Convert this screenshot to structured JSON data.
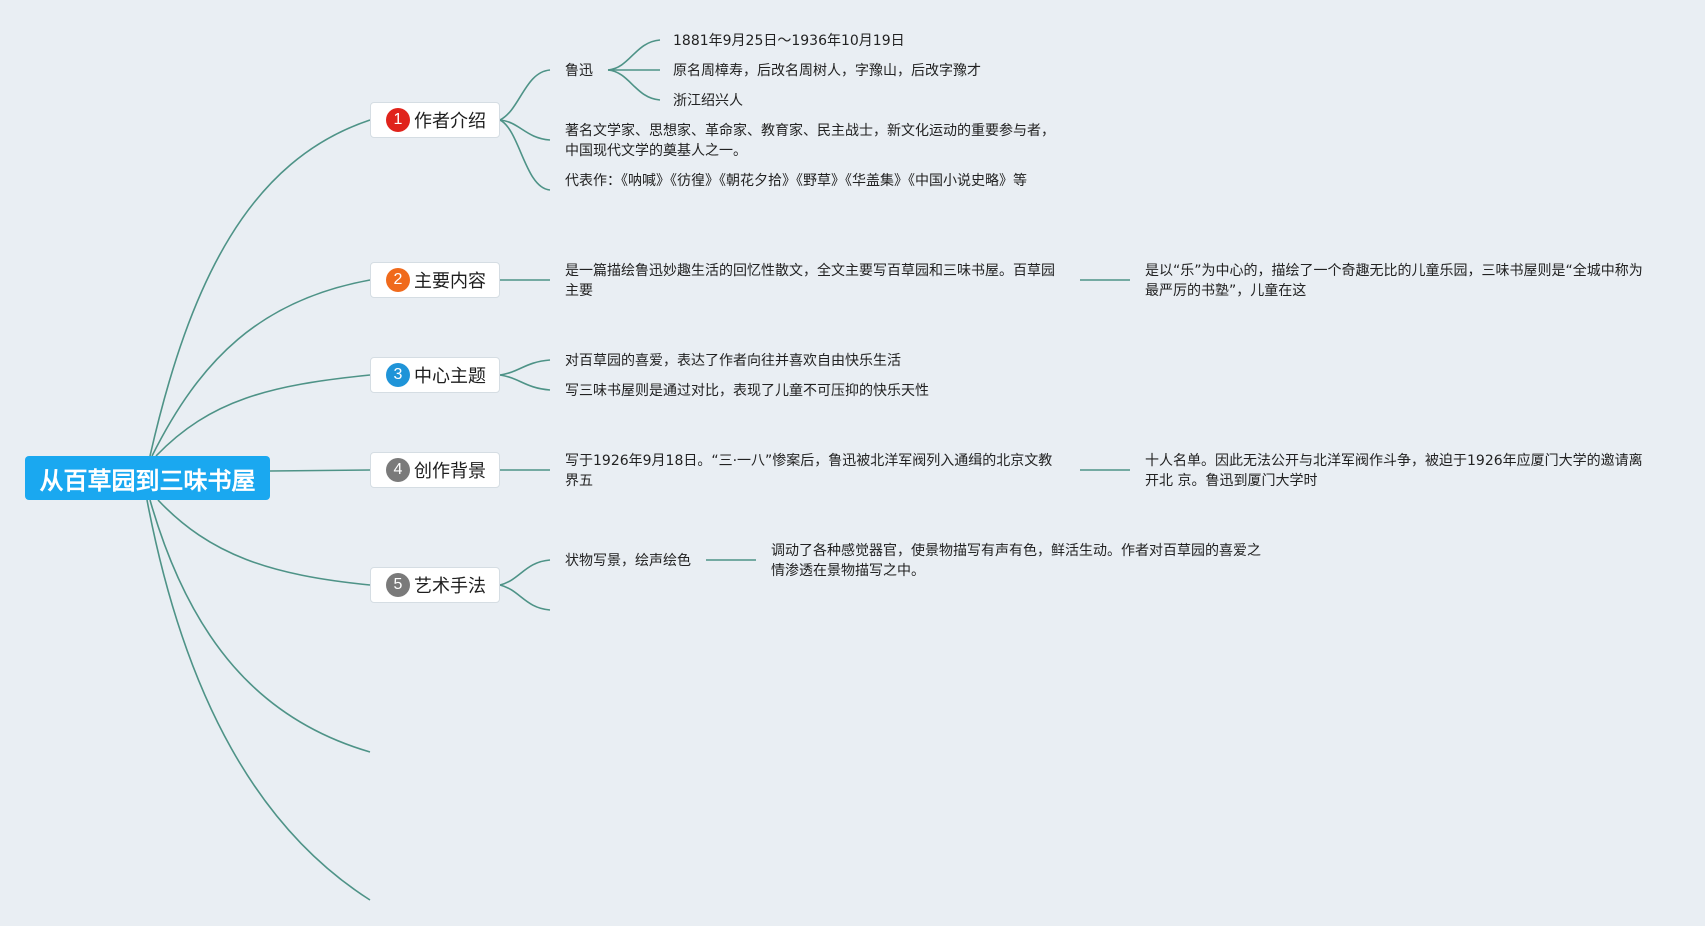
{
  "root": {
    "label": "从百草园到三味书屋"
  },
  "colors": {
    "line": "#4e9387",
    "root_bg": "#1aa8f0",
    "background": "#e9eef3"
  },
  "topics": [
    {
      "number": "1",
      "badge_color": "#e0231b",
      "label": "作者介绍",
      "children": [
        {
          "text": "鲁迅",
          "children": [
            {
              "text": "1881年9月25日～1936年10月19日"
            },
            {
              "text": "原名周樟寿，后改名周树人，字豫山，后改字豫才"
            },
            {
              "text": "浙江绍兴人"
            }
          ]
        },
        {
          "text": "著名文学家、思想家、革命家、教育家、民主战士，新文化运动的重要参与者，中国现代文学的奠基人之一。"
        },
        {
          "text": "代表作：《呐喊》《彷徨》《朝花夕拾》《野草》《华盖集》《中国小说史略》等"
        }
      ]
    },
    {
      "number": "2",
      "badge_color": "#f06a1c",
      "label": "主要内容",
      "children": [
        {
          "text": "是一篇描绘鲁迅妙趣生活的回忆性散文，全文主要写百草园和三味书屋。百草园主要",
          "children": [
            {
              "text": "是以“乐”为中心的，描绘了一个奇趣无比的儿童乐园，三味书屋则是“全城中称为最严厉的书塾”，儿童在这"
            }
          ]
        }
      ]
    },
    {
      "number": "3",
      "badge_color": "#1f94d8",
      "label": "中心主题",
      "children": [
        {
          "text": "对百草园的喜爱，表达了作者向往并喜欢自由快乐生活"
        },
        {
          "text": "写三味书屋则是通过对比，表现了儿童不可压抑的快乐天性"
        }
      ]
    },
    {
      "number": "4",
      "badge_color": "#7a7a7a",
      "label": "创作背景",
      "children": [
        {
          "text": "写于1926年9月18日。“三·一八”惨案后，鲁迅被北洋军阀列入通缉的北京文教界五",
          "children": [
            {
              "text": "十人名单。因此无法公开与北洋军阀作斗争，被迫于1926年应厦门大学的邀请离开北 京。鲁迅到厦门大学时"
            }
          ]
        }
      ]
    },
    {
      "number": "5",
      "badge_color": "#7a7a7a",
      "label": "艺术手法",
      "children": [
        {
          "text": "状物写景，绘声绘色",
          "children": [
            {
              "text": "调动了各种感觉器官，使景物描写有声有色，鲜活生动。作者对百草园的喜爱之情渗透在景物描写之中。"
            }
          ]
        }
      ]
    }
  ]
}
